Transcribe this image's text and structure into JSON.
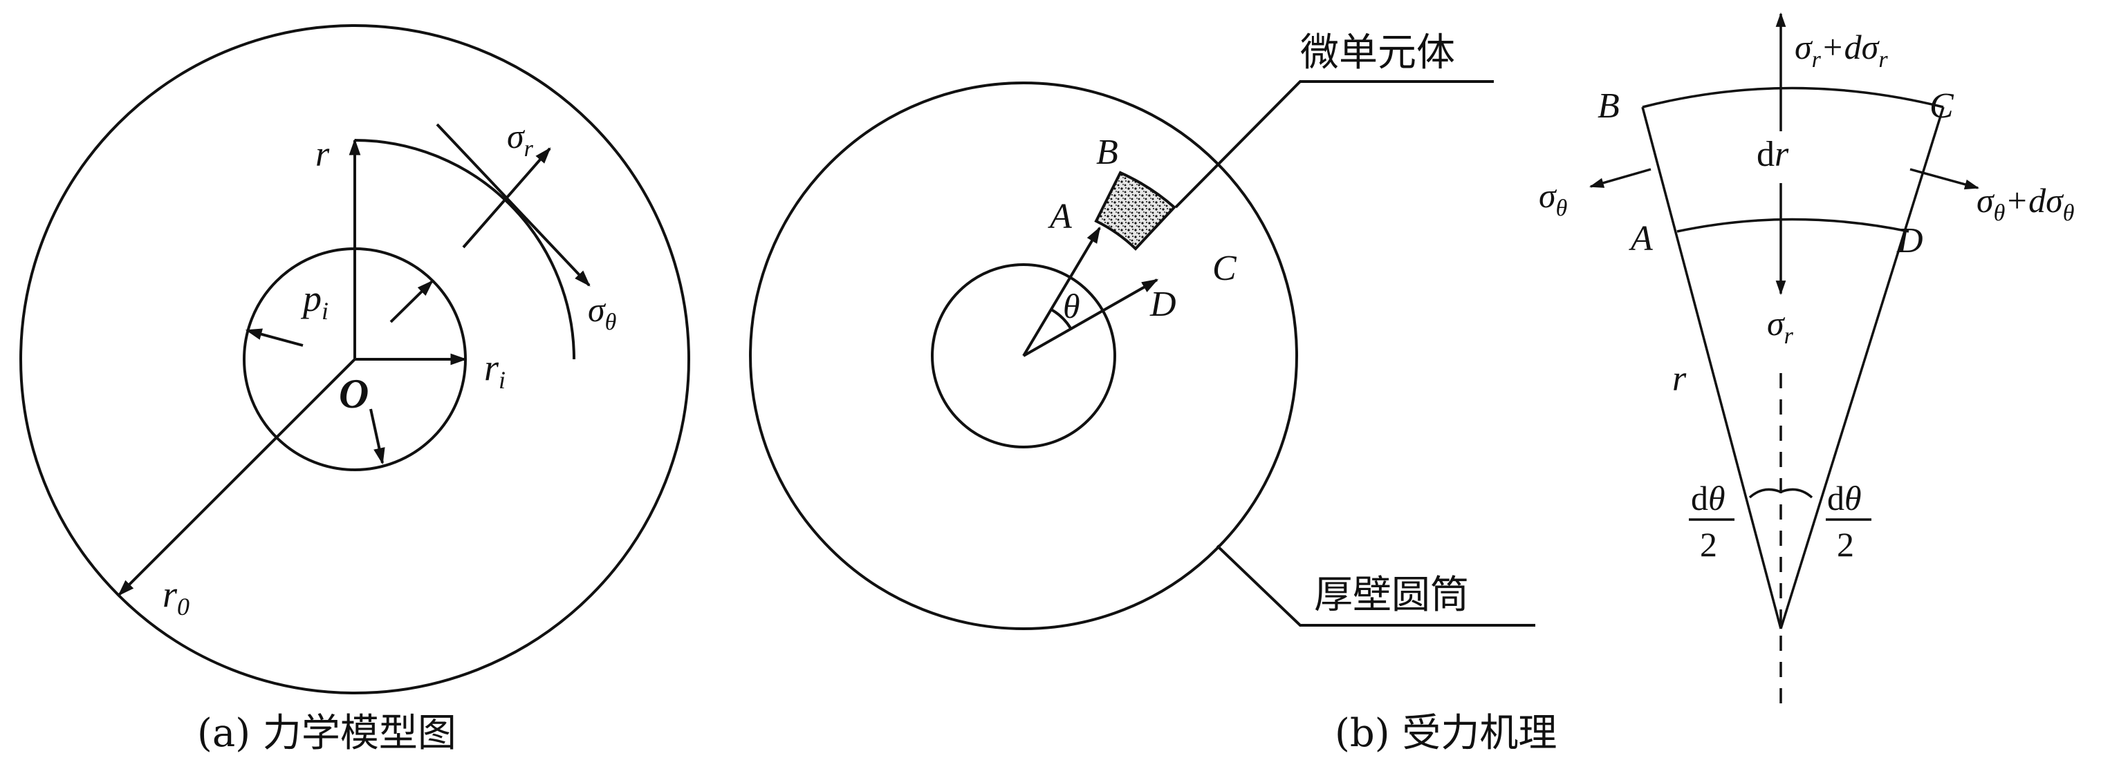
{
  "panel_a": {
    "caption": "(a) 力学模型图",
    "label_r": "r",
    "label_pi_base": "p",
    "label_pi_sub": "i",
    "label_ri_base": "r",
    "label_ri_sub": "i",
    "label_O": "O",
    "label_r0_base": "r",
    "label_r0_sub": "0",
    "label_sigma_r_base": "σ",
    "label_sigma_r_sub": "r",
    "label_sigma_theta_base": "σ",
    "label_sigma_theta_sub": "θ"
  },
  "panel_b": {
    "caption": "(b) 受力机理",
    "callout_element": "微单元体",
    "callout_cylinder": "厚壁圆筒",
    "label_A": "A",
    "label_B": "B",
    "label_C": "C",
    "label_D": "D",
    "label_theta": "θ"
  },
  "panel_c": {
    "label_B": "B",
    "label_C": "C",
    "label_A": "A",
    "label_D": "D",
    "label_dr_d": "d",
    "label_dr_r": "r",
    "label_r": "r",
    "top_sigma": "σ",
    "top_sub": "r",
    "top_plus": "+dσ",
    "top_sub2": "r",
    "left_sigma": "σ",
    "left_sub": "θ",
    "right_sigma": "σ",
    "right_sub": "θ",
    "right_plus": "+dσ",
    "right_sub2": "θ",
    "bottom_sigma": "σ",
    "bottom_sub": "r",
    "frac_num_d": "d",
    "frac_num_theta": "θ",
    "frac_den": "2"
  },
  "colors": {
    "ink": "#111111",
    "hatch_fill": "#bdbdbd",
    "background": "#ffffff"
  }
}
